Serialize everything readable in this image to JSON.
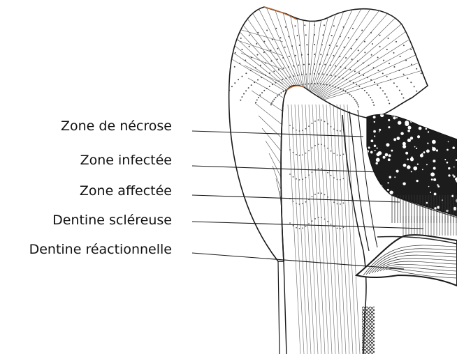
{
  "labels": [
    "Zone de nécrose",
    "Zone infectée",
    "Zone affectée",
    "Dentine scléreuse",
    "Dentine réactionnelle"
  ],
  "colors": {
    "line": "#1a1a1a",
    "enamel_edge": "#c0662a",
    "background": "#ffffff"
  }
}
